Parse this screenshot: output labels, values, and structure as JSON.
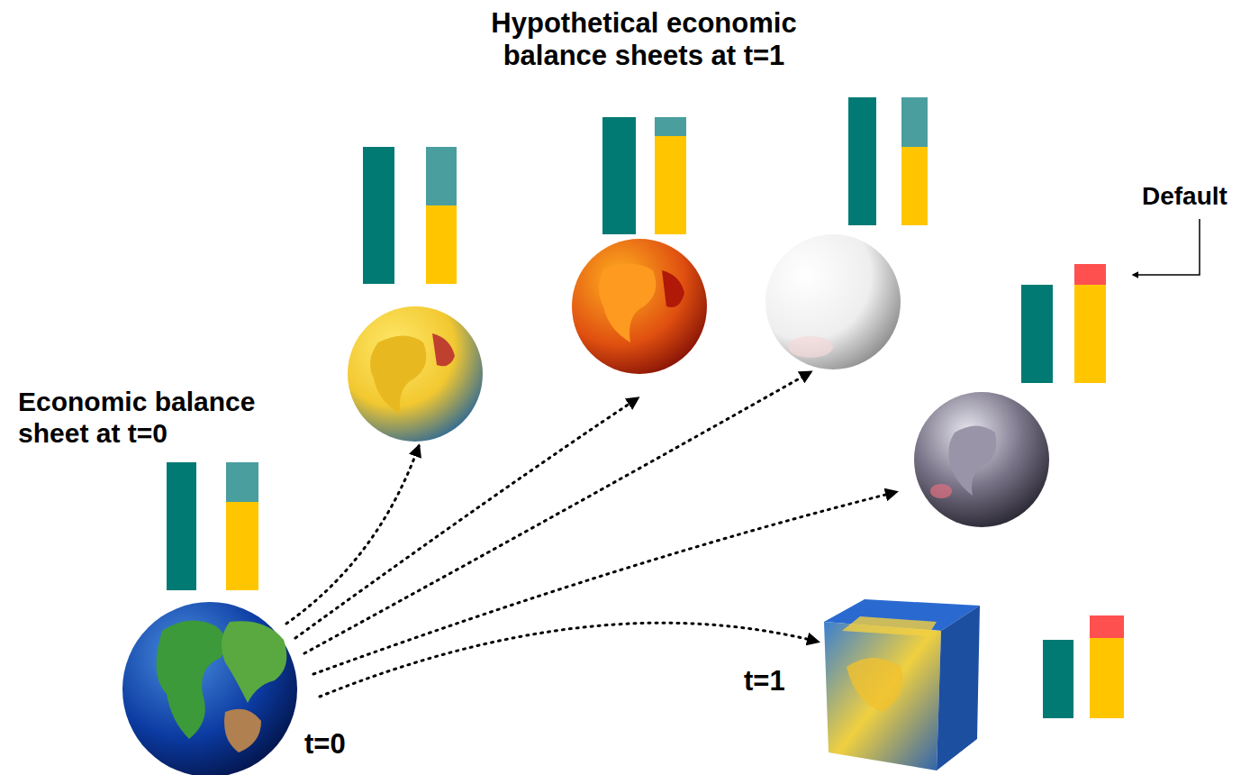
{
  "diagram": {
    "labels": [
      "Hypothetical economic balance sheets at t=1",
      "Economic balance sheet at t=0",
      "Default",
      "t=0",
      "t=1"
    ]
  }
}
